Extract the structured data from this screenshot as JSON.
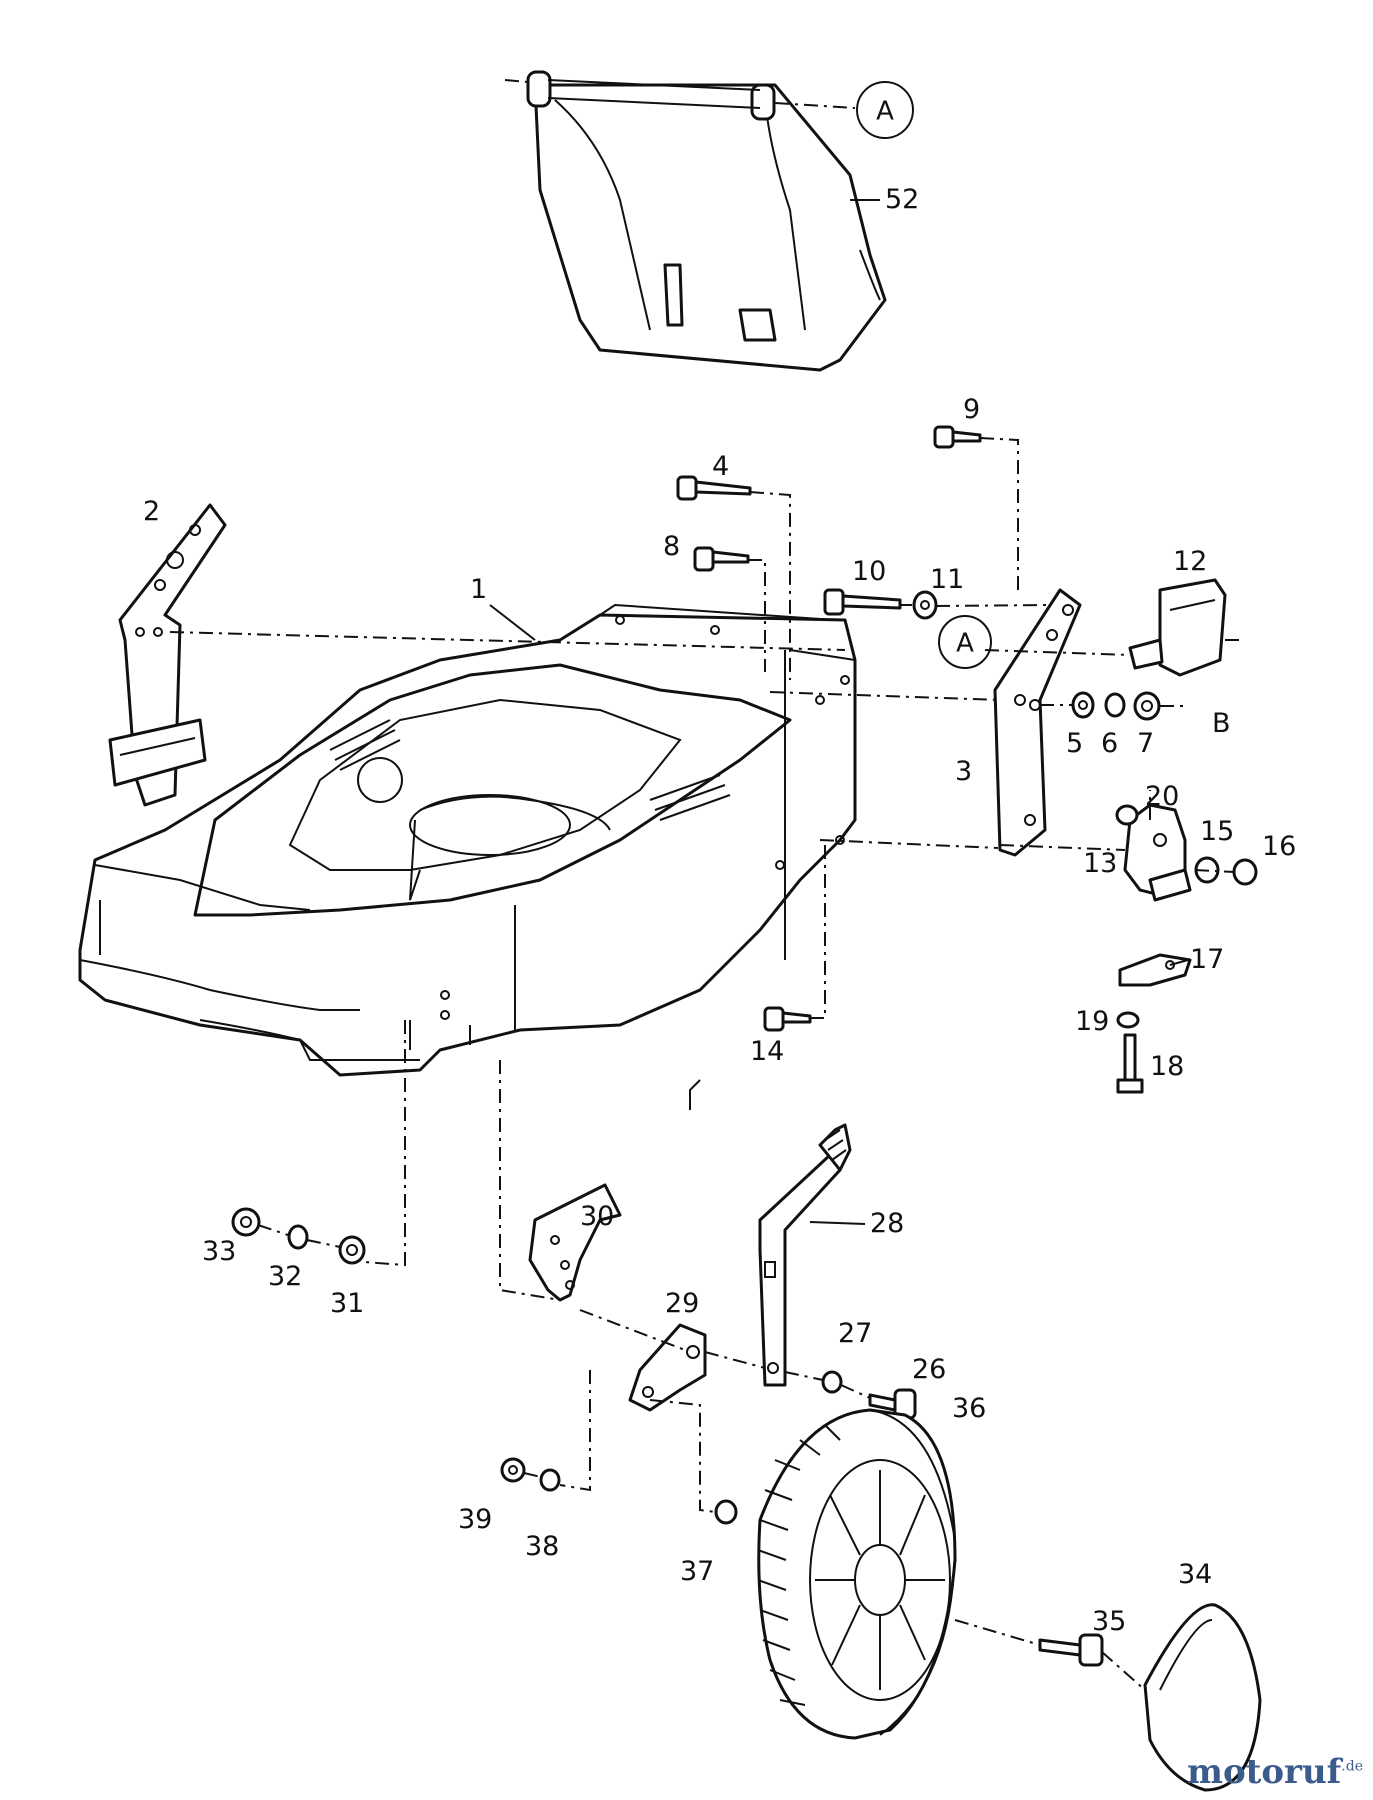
{
  "diagram": {
    "labels": {
      "p1": "1",
      "p2": "2",
      "p3": "3",
      "p4": "4",
      "p5": "5",
      "p6": "6",
      "p7": "7",
      "p8": "8",
      "p9": "9",
      "p10": "10",
      "p11": "11",
      "p12": "12",
      "p13": "13",
      "p14": "14",
      "p15": "15",
      "p16": "16",
      "p17": "17",
      "p18": "18",
      "p19": "19",
      "p20": "20",
      "p26": "26",
      "p27": "27",
      "p28": "28",
      "p29": "29",
      "p30": "30",
      "p31": "31",
      "p32": "32",
      "p33": "33",
      "p34": "34",
      "p35": "35",
      "p36": "36",
      "p37": "37",
      "p38": "38",
      "p39": "39",
      "p52": "52"
    },
    "callout_a": "A",
    "ref_b": "B"
  },
  "watermark": {
    "brand": "motoruf",
    "domain": ".de"
  }
}
